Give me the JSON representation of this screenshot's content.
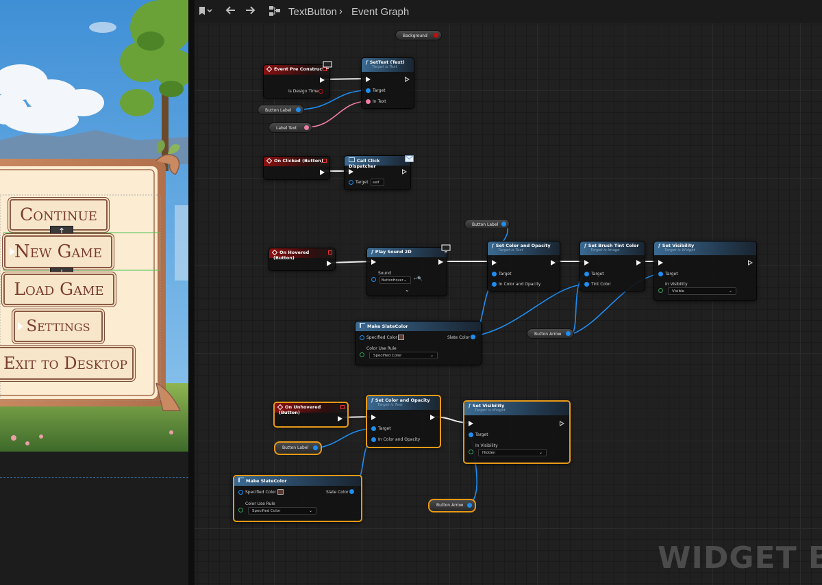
{
  "toolbar": {
    "blueprint_name": "TextButton",
    "graph_name": "Event Graph"
  },
  "menu": {
    "buttons": [
      "Continue",
      "New Game",
      "Load Game",
      "Settings",
      "Exit to Desktop"
    ],
    "up_arrow": "↑",
    "down_arrow": "↓"
  },
  "watermark": "WIDGET BLU",
  "graph": {
    "background_var": "Background",
    "pre_construct": {
      "event": "Event Pre Construct",
      "is_design_time": "Is Design Time",
      "settext_title": "SetText (Text)",
      "settext_sub": "Target is Text",
      "target": "Target",
      "in_text": "In Text",
      "button_label": "Button Label",
      "label_text": "Label Text"
    },
    "clicked": {
      "event": "On Clicked (Button)",
      "call_title": "Call Click Dispatcher",
      "target": "Target",
      "self": "self"
    },
    "hovered": {
      "event": "On Hovered (Button)",
      "play_title": "Play Sound 2D",
      "sound": "Sound",
      "sound_asset": "ButtonHover",
      "button_label": "Button Label",
      "set_color_title": "Set Color and Opacity",
      "set_color_sub": "Target is Text",
      "target": "Target",
      "in_color": "In Color and Opacity",
      "brush_title": "Set Brush Tint Color",
      "brush_sub": "Target is Image",
      "tint_color": "Tint Color",
      "vis_title": "Set Visibility",
      "vis_sub": "Target is Widget",
      "in_visibility": "In Visibility",
      "visible": "Visible",
      "make_title": "Make SlateColor",
      "specified_color": "Specified Color",
      "slate_color": "Slate Color",
      "color_use_rule": "Color Use Rule",
      "rule_value": "Specified Color",
      "button_arrow": "Button Arrow"
    },
    "unhovered": {
      "event": "On Unhovered (Button)",
      "set_color_title": "Set Color and Opacity",
      "set_color_sub": "Target is Text",
      "target": "Target",
      "in_color": "In Color and Opacity",
      "vis_title": "Set Visibility",
      "vis_sub": "Target is Widget",
      "in_visibility": "In Visibility",
      "hidden": "Hidden",
      "button_label": "Button Label",
      "make_title": "Make SlateColor",
      "specified_color": "Specified Color",
      "slate_color": "Slate Color",
      "color_use_rule": "Color Use Rule",
      "rule_value": "Specified Color",
      "button_arrow": "Button Arrow"
    }
  },
  "colors": {
    "exec": "#f4f4f4",
    "object_pin": "#1e8ef0",
    "text_pin": "#f07fa5",
    "event_header": "#8c1010",
    "function_header": "#3b6a92",
    "selection": "#e89a17"
  }
}
